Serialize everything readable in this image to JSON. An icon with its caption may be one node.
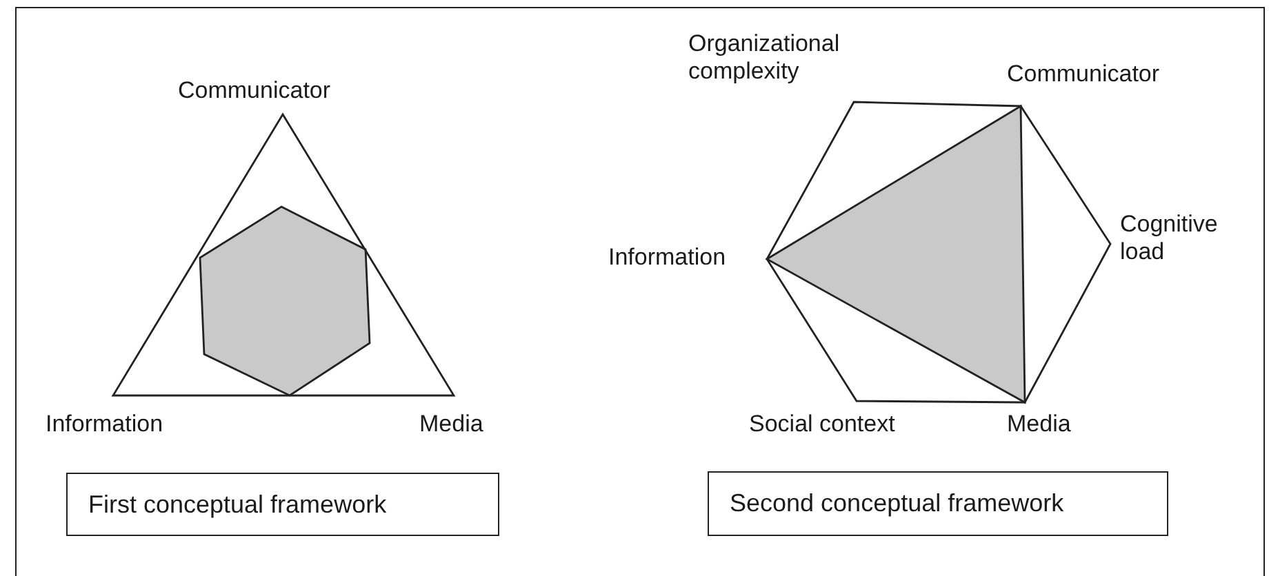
{
  "diagram": {
    "nodes": [
      {
        "text": [
          "First conceptual framework"
        ]
      },
      {
        "text": [
          "Second conceptual framework"
        ]
      }
    ],
    "labels": [
      "Organizational complexity",
      "Communicator",
      "Communicator",
      "Cognitive load",
      "Information",
      "Information",
      "Media",
      "Social context",
      "Media"
    ]
  }
}
